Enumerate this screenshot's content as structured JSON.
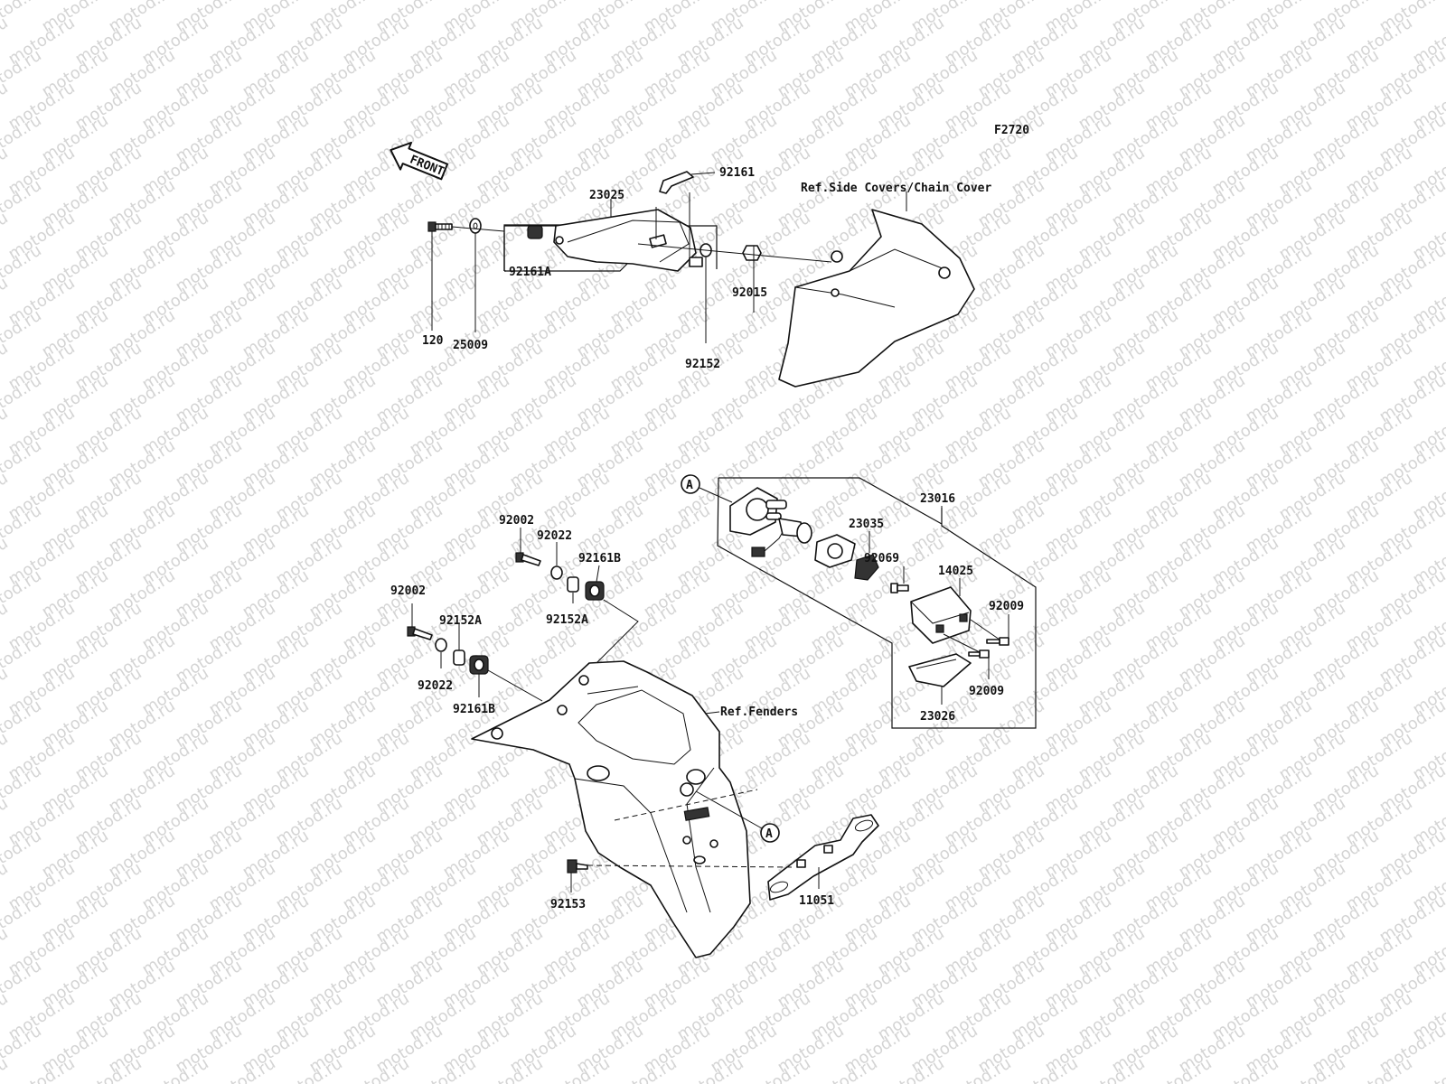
{
  "figure_code": "F2720",
  "front_arrow_label": "FRONT",
  "watermark_text": "motod.ru",
  "callouts": {
    "c23025": "23025",
    "c92161": "92161",
    "c92161A": "92161A",
    "c120": "120",
    "c25009": "25009",
    "c92015": "92015",
    "c92152": "92152",
    "c23016": "23016",
    "c23035": "23035",
    "c92069": "92069",
    "c14025": "14025",
    "c92009_top": "92009",
    "c92009_bot": "92009",
    "c23026": "23026",
    "c92002_top": "92002",
    "c92022_top": "92022",
    "c92161B_top": "92161B",
    "c92152A_top": "92152A",
    "c92002_left": "92002",
    "c92152A_left": "92152A",
    "c92022_left": "92022",
    "c92161B_left": "92161B",
    "c92153": "92153",
    "c11051": "11051"
  },
  "references": {
    "side_covers": "Ref.Side Covers/Chain Cover",
    "fenders": "Ref.Fenders"
  },
  "markers": {
    "a_top": "A",
    "a_bottom": "A"
  }
}
